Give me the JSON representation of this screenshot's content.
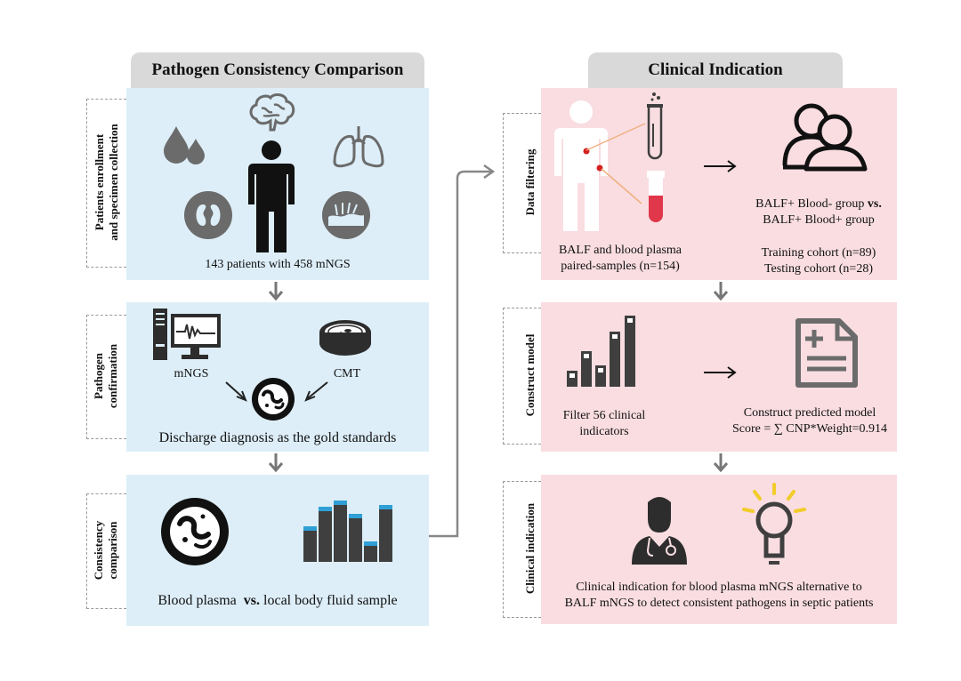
{
  "left": {
    "header": "Pathogen Consistency Comparison",
    "panel1": {
      "side_label_line1": "Patients enrollment",
      "side_label_line2": "and specimen collection",
      "caption": "143 patients with 458 mNGS"
    },
    "panel2": {
      "side_label_line1": "Pathogen",
      "side_label_line2": "confirmation",
      "mngs_label": "mNGS",
      "cmt_label": "CMT",
      "caption": "Discharge diagnosis as the gold standards"
    },
    "panel3": {
      "side_label_line1": "Consistency",
      "side_label_line2": "comparison",
      "caption_pre": "Blood plasma",
      "caption_vs": "vs.",
      "caption_post": "local body fluid sample"
    }
  },
  "right": {
    "header": "Clinical Indication",
    "panel1": {
      "side_label": "Data filtering",
      "caption_line1": "BALF and blood plasma",
      "caption_line2": "paired-samples (n=154)",
      "group_line1_pre": "BALF+ Blood- group",
      "group_line1_vs": "vs.",
      "group_line2": "BALF+ Blood+ group",
      "training": "Training cohort (n=89)",
      "testing": "Testing cohort (n=28)"
    },
    "panel2": {
      "side_label": "Construct model",
      "caption_line1": "Filter 56 clinical",
      "caption_line2": "indicators",
      "model_line1": "Construct predicted model",
      "model_line2": "Score = ∑ CNP*Weight=0.914"
    },
    "panel3": {
      "side_label": "Clinical indication",
      "caption_line1": "Clinical indication for blood plasma mNGS alternative to",
      "caption_line2": "BALF mNGS to detect consistent pathogens in septic patients"
    }
  },
  "colors": {
    "blue_panel": "#ddeef8",
    "pink_panel": "#f9dde1",
    "header": "#d9d9d9",
    "icon_gray": "#6b6b6b",
    "dark": "#3f3f3f",
    "red_dot": "#d42020",
    "accent_blue": "#2f9fd6",
    "bulb_yellow": "#f2cc2a"
  }
}
